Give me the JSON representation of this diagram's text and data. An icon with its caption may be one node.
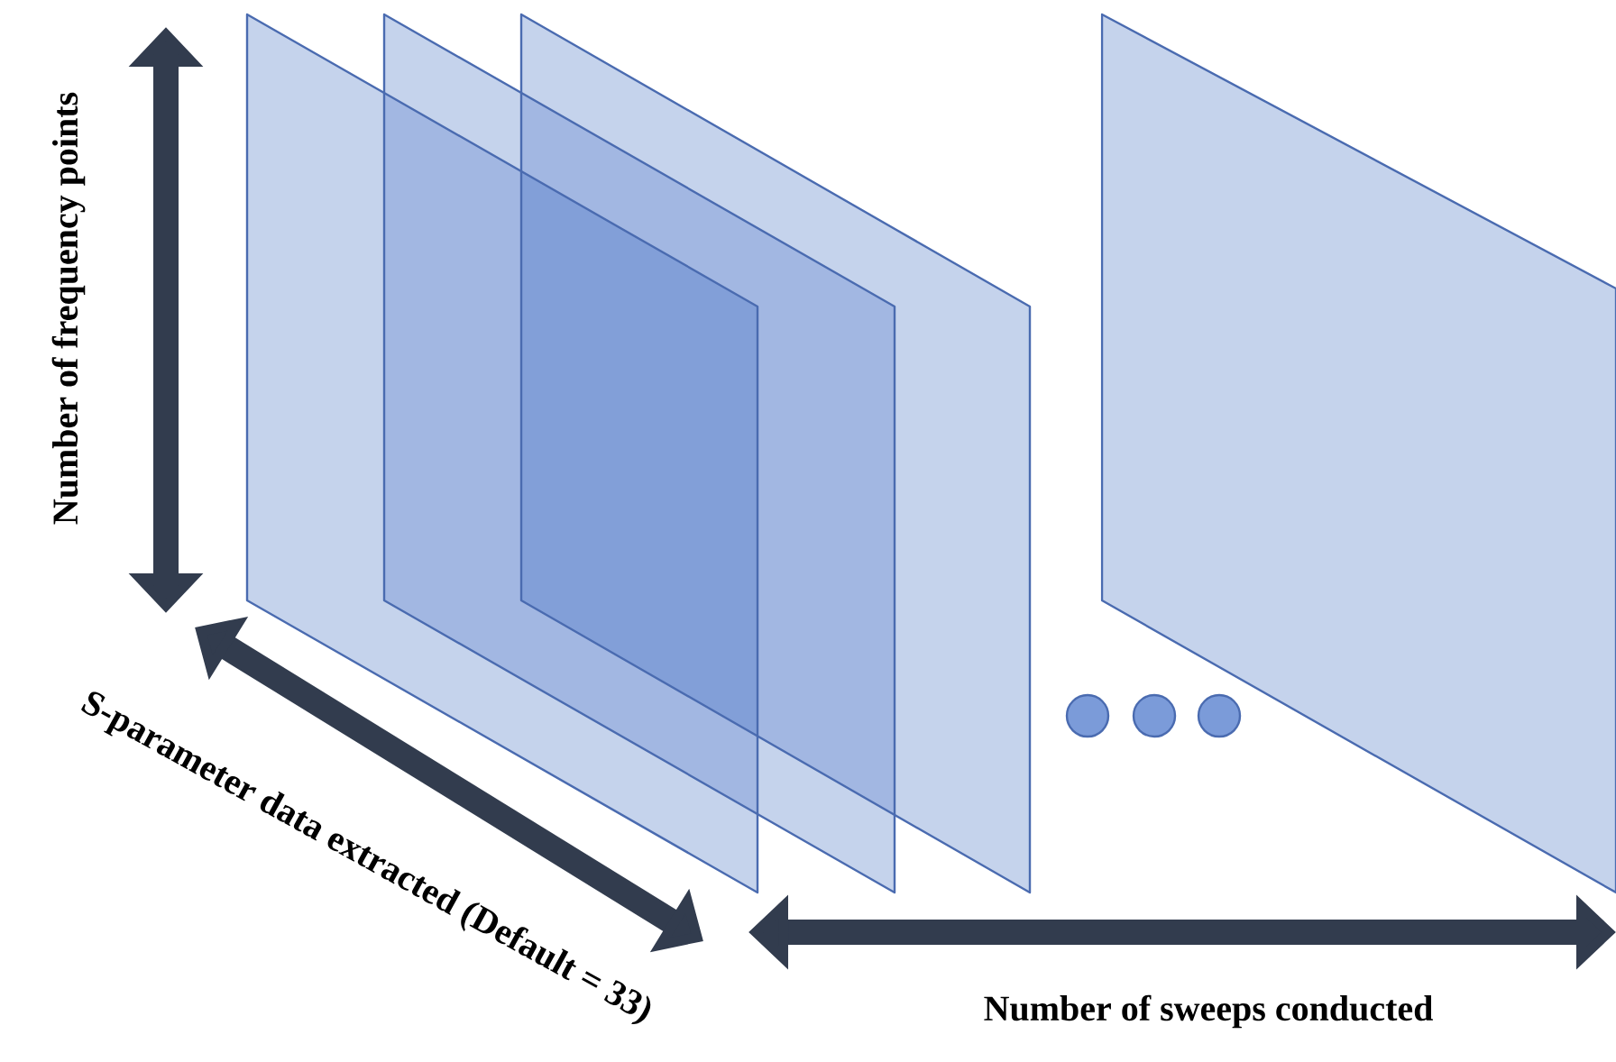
{
  "diagram": {
    "labels": [
      "Number of frequency points",
      "S-parameter data extracted (Default = 33)",
      "Number of sweeps conducted"
    ]
  }
}
